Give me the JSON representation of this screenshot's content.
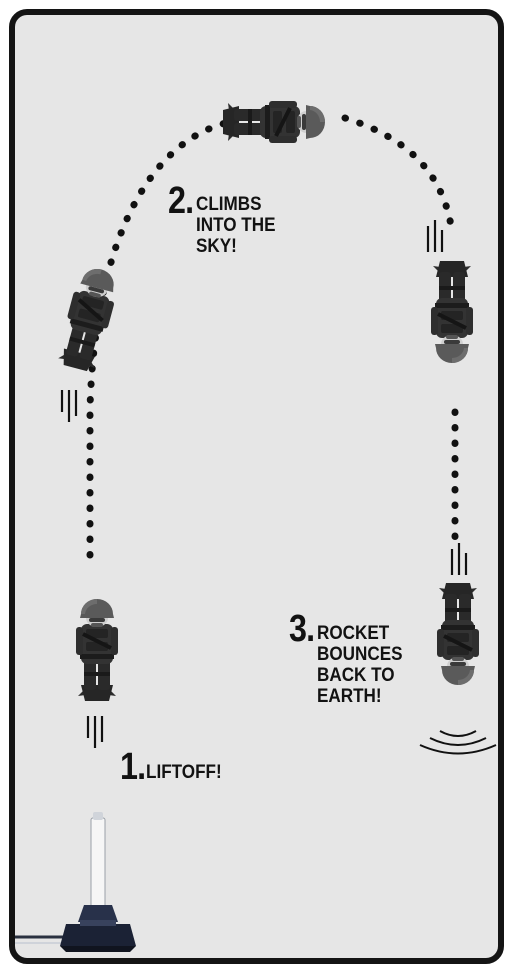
{
  "steps": [
    {
      "number": "1.",
      "text": "LIFTOFF!"
    },
    {
      "number": "2.",
      "text": "CLIMBS\nINTO THE\nSKY!"
    },
    {
      "number": "3.",
      "text": "ROCKET\nBOUNCES\nBACK TO\nEARTH!"
    }
  ],
  "colors": {
    "panel_background": "#e6e6e6",
    "border": "#141414",
    "figure_dark": "#242424",
    "figure_mid": "#3c3c3c",
    "helmet": "#5a5a5a",
    "launcher_base": "#1c2333",
    "launch_tube": "#f4f4f4"
  },
  "icons": {
    "figure": "rocket-soldier-icon",
    "launcher": "launch-pad-icon",
    "motion": "motion-lines-icon",
    "impact": "impact-arcs-icon"
  }
}
